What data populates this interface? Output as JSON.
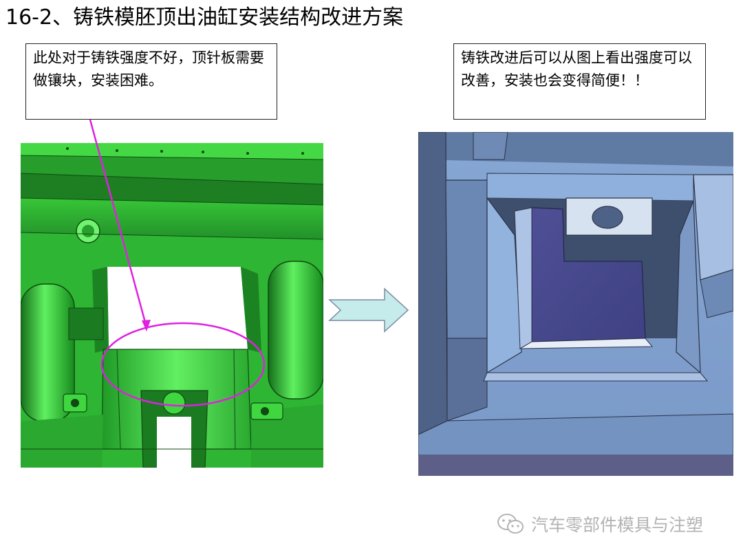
{
  "slide": {
    "title": "16-2、铸铁模胚顶出油缸安装结构改进方案"
  },
  "callouts": {
    "left": "此处对于铸铁强度不好，顶针板需要做镶块，安装困难。",
    "right": "铸铁改进后可以从图上看出强度可以改善，安装也会变得简便！！"
  },
  "colors": {
    "before_model": "#3fd63f",
    "before_model_dark": "#1e6f1e",
    "after_model": "#7f9fcf",
    "after_insert": "#4a4a8e",
    "annotation": "#e020e0",
    "arrow_fill": "#c6ebeb",
    "arrow_stroke": "#7a8aa0",
    "watermark": "#b3b3b3"
  },
  "watermark": {
    "icon": "wechat-icon",
    "text": "汽车零部件模具与注塑"
  }
}
